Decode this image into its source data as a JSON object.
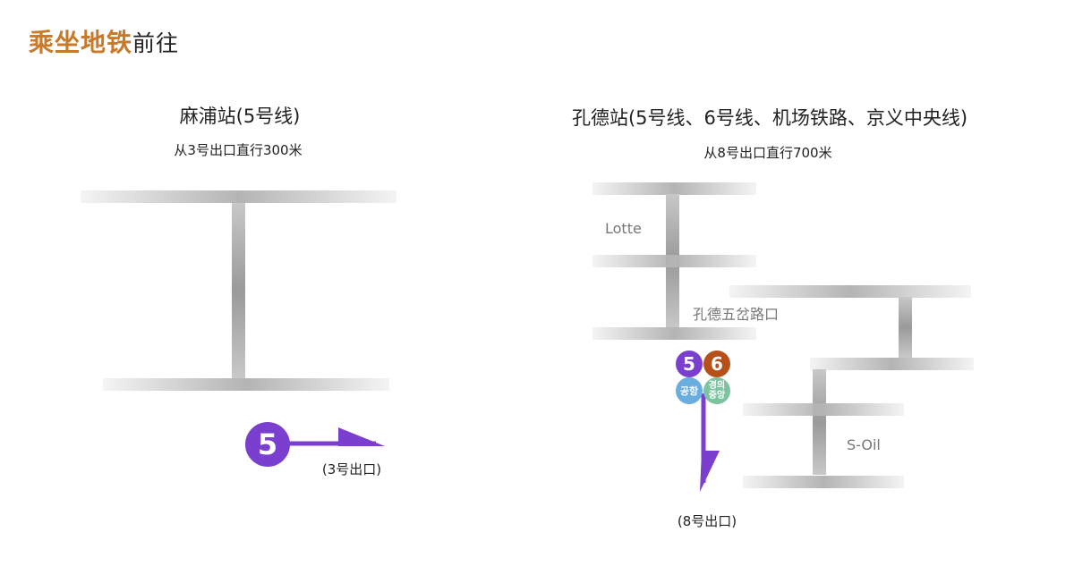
{
  "header": {
    "title_highlight": "乘坐地铁",
    "title_rest": "前往"
  },
  "left": {
    "station": "麻浦站(5号线)",
    "directions": "从3号出口直行300米",
    "line_badge": "5",
    "exit": "(3号出口)"
  },
  "right": {
    "station": "孔德站(5号线、6号线、机场铁路、京义中央线)",
    "directions": "从8号出口直行700米",
    "landmarks": {
      "lotte": "Lotte",
      "intersection": "孔德五岔路口",
      "soil": "S-Oil"
    },
    "badges": {
      "line5": "5",
      "line6": "6",
      "airport": "공항",
      "gyeongui_1": "경의",
      "gyeongui_2": "중앙"
    },
    "exit": "(8号出口)"
  },
  "colors": {
    "accent": "#c8792a",
    "line5": "#7b3fcf",
    "line6": "#b5501a",
    "airport": "#6aaee0",
    "gyeongui": "#7cc4a0"
  }
}
